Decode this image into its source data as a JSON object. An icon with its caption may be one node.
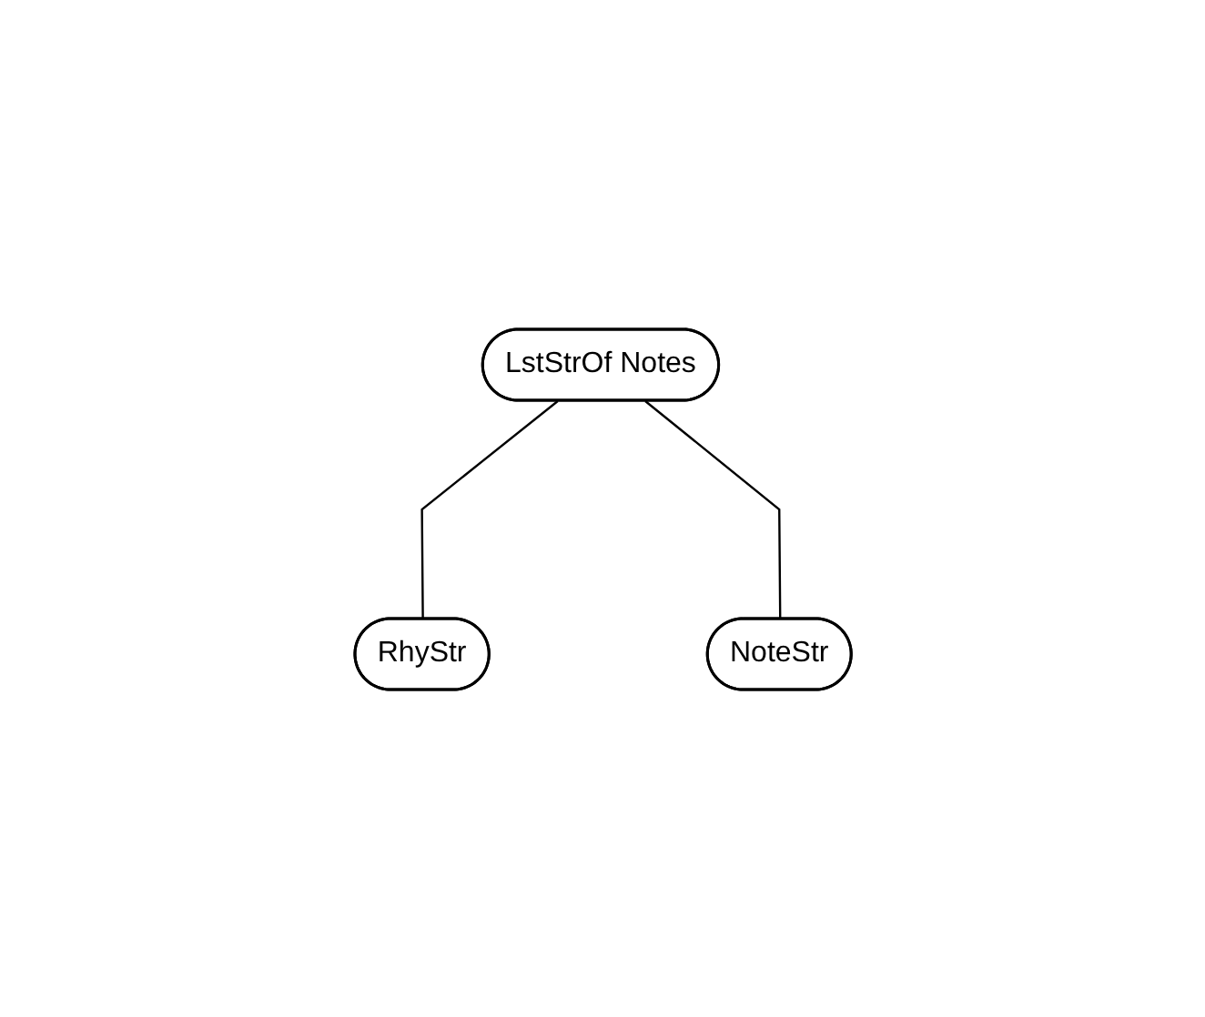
{
  "diagram": {
    "nodes": [
      {
        "text": [
          "LstStrOf Notes"
        ]
      },
      {
        "text": [
          "RhyStr"
        ]
      },
      {
        "text": [
          "NoteStr"
        ]
      }
    ],
    "edges": [
      {
        "from": 0,
        "to": 1,
        "arrow": "none"
      },
      {
        "from": 0,
        "to": 2,
        "arrow": "none"
      }
    ]
  }
}
